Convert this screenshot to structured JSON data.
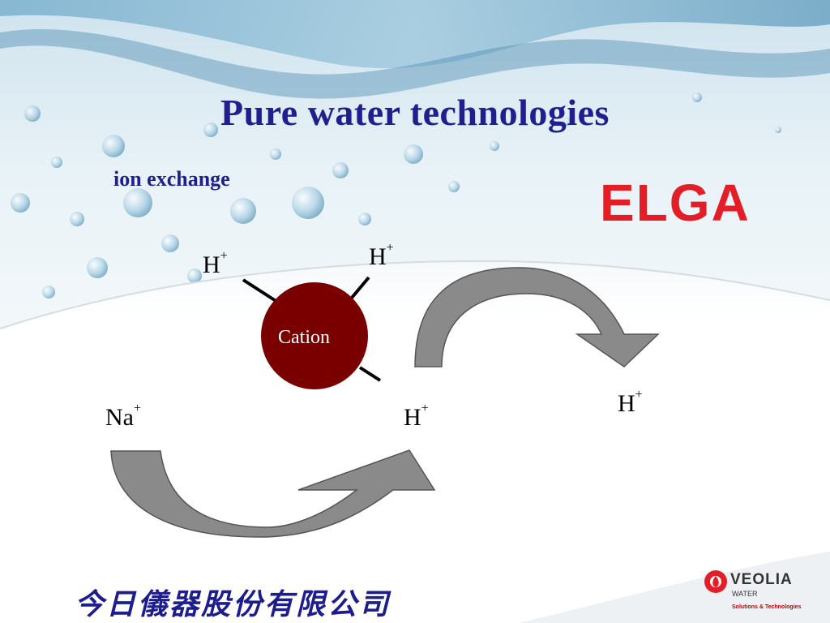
{
  "slide": {
    "title": "Pure water technologies",
    "subtitle": "ion exchange",
    "footer_company": "今日儀器股份有限公司"
  },
  "logos": {
    "elga": "ELGA",
    "veolia_name": "VEOLIA",
    "veolia_water": "WATER",
    "veolia_tagline": "Solutions & Technologies"
  },
  "diagram": {
    "cation_label": "Cation",
    "ion_symbol_h": "H",
    "ion_symbol_na": "Na",
    "charge": "+"
  },
  "colors": {
    "title": "#1f1f8f",
    "cation_fill": "#7a0000",
    "elga_red": "#e41e26",
    "arrow_gray": "#8a8a8a",
    "footer_text": "#1d1d8c"
  }
}
